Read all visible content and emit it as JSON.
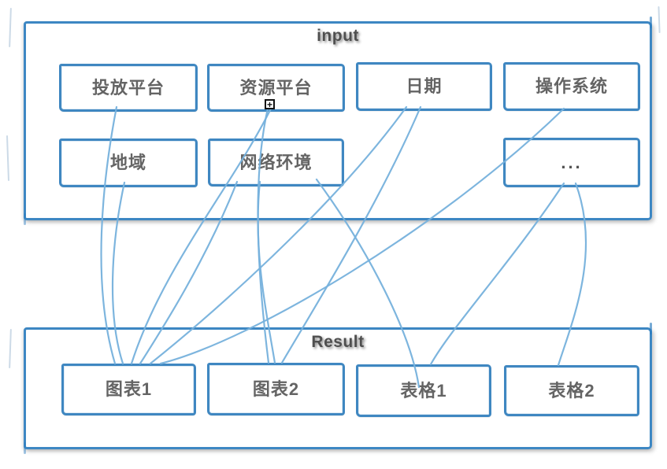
{
  "diagram": {
    "input_section": {
      "title": "input",
      "boxes": [
        {
          "id": "ad-platform",
          "label": "投放平台"
        },
        {
          "id": "resource-platform",
          "label": "资源平台"
        },
        {
          "id": "date",
          "label": "日期"
        },
        {
          "id": "os",
          "label": "操作系统"
        },
        {
          "id": "region",
          "label": "地域"
        },
        {
          "id": "network-env",
          "label": "网络环境"
        },
        {
          "id": "more",
          "label": "..."
        }
      ]
    },
    "result_section": {
      "title": "Result",
      "boxes": [
        {
          "id": "chart-1",
          "label": "图表1"
        },
        {
          "id": "chart-2",
          "label": "图表2"
        },
        {
          "id": "table-1",
          "label": "表格1"
        },
        {
          "id": "table-2",
          "label": "表格2"
        }
      ]
    },
    "edges": [
      {
        "from": "ad-platform",
        "to": "chart-1"
      },
      {
        "from": "region",
        "to": "chart-1"
      },
      {
        "from": "resource-platform",
        "to": "chart-1"
      },
      {
        "from": "network-env",
        "to": "chart-1"
      },
      {
        "from": "date",
        "to": "chart-1"
      },
      {
        "from": "os",
        "to": "chart-1"
      },
      {
        "from": "resource-platform",
        "to": "chart-2"
      },
      {
        "from": "network-env",
        "to": "chart-2"
      },
      {
        "from": "date",
        "to": "chart-2"
      },
      {
        "from": "network-env",
        "to": "table-1"
      },
      {
        "from": "more",
        "to": "table-1"
      },
      {
        "from": "more",
        "to": "table-2"
      }
    ],
    "colors": {
      "box_border": "#2a7aba",
      "connector": "#76b1dc",
      "label_text": "#646464",
      "title_text": "#4f4f4f"
    },
    "cursor": {
      "glyph": "+"
    }
  }
}
